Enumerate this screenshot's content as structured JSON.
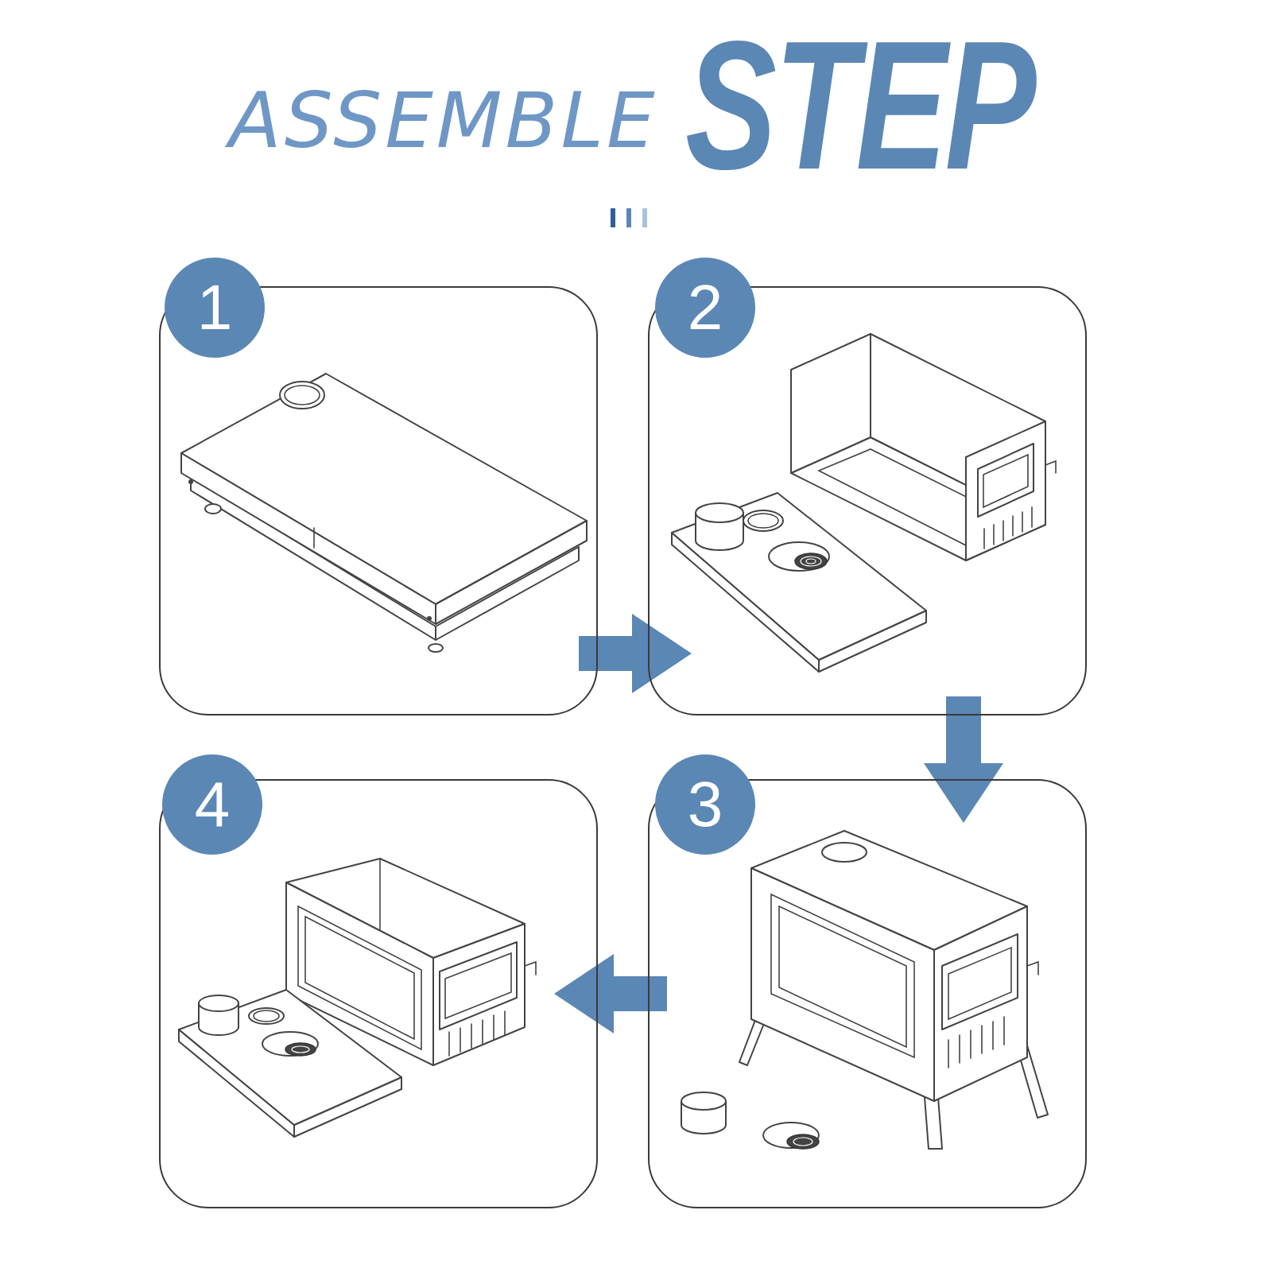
{
  "diagram": {
    "title": "ASSEMBLE",
    "nodes": [
      {
        "text": [
          "1"
        ]
      },
      {
        "text": [
          "2"
        ]
      },
      {
        "text": [
          "3"
        ]
      },
      {
        "text": [
          "4"
        ]
      }
    ],
    "edges": [
      {
        "from": 0,
        "to": 1,
        "arrow": "to"
      },
      {
        "from": 1,
        "to": 2,
        "arrow": "to"
      },
      {
        "from": 2,
        "to": 3,
        "arrow": "to"
      }
    ],
    "labels": [
      "STEP"
    ]
  }
}
